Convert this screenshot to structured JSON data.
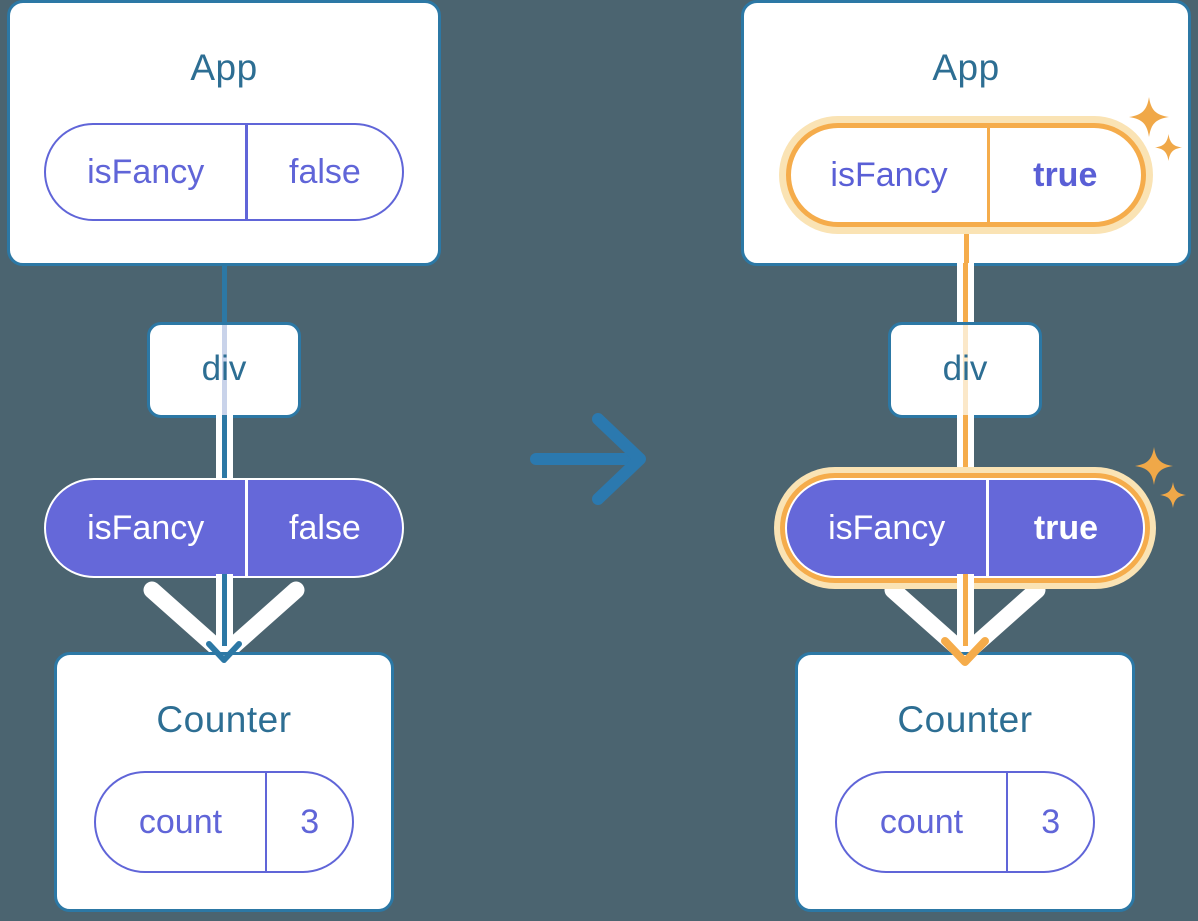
{
  "title": "React state change diagram: passing isFancy prop from App through div to Counter",
  "colors": {
    "background": "#4B6470",
    "teal_border": "#2C78A5",
    "title_text": "#2D6E93",
    "purple": "#6065D8",
    "purple_fill": "#6568D9",
    "orange_highlight": "#F5AC4B",
    "orange_glow": "#FAE3B4",
    "faded_teal_line": "#C9D3EA",
    "faded_orange_line": "#FBE8C9",
    "white": "#FFFFFF"
  },
  "icons": {
    "sparkle": "4-point star sparkle",
    "transition_arrow": "right arrow",
    "flow_chevron": "downward double chevron",
    "arrowhead": "downward arrowhead"
  },
  "before": {
    "app_title": "App",
    "app_state": {
      "name": "isFancy",
      "value": "false"
    },
    "div_label": "div",
    "prop": {
      "name": "isFancy",
      "value": "false"
    },
    "counter_title": "Counter",
    "counter_state": {
      "name": "count",
      "value": "3"
    }
  },
  "after": {
    "app_title": "App",
    "app_state": {
      "name": "isFancy",
      "value": "true"
    },
    "div_label": "div",
    "prop": {
      "name": "isFancy",
      "value": "true"
    },
    "counter_title": "Counter",
    "counter_state": {
      "name": "count",
      "value": "3"
    }
  }
}
